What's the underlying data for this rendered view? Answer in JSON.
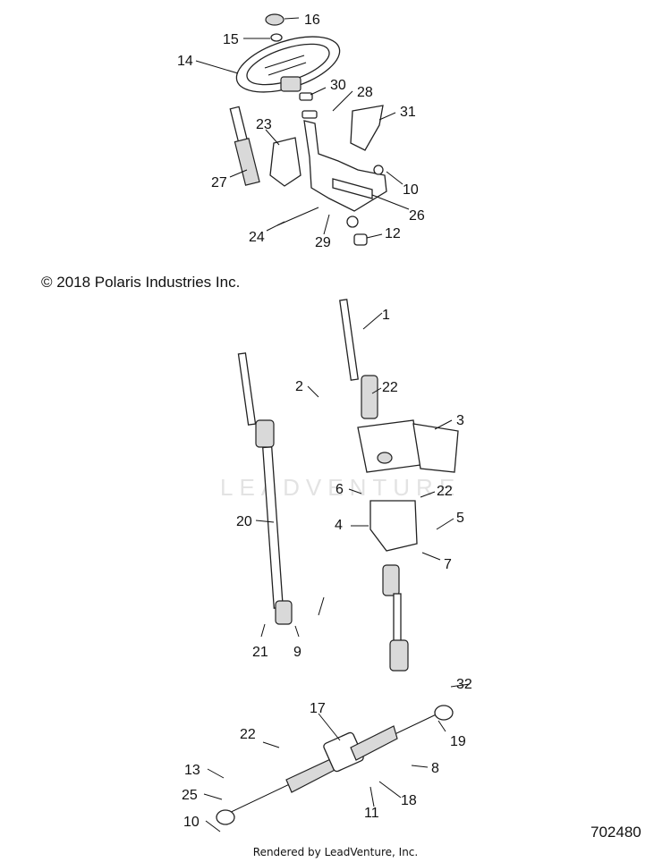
{
  "copyright": "© 2018 Polaris Industries Inc.",
  "figure_id": "702480",
  "rendered_by": "Rendered by LeadVenture, Inc.",
  "watermark": "LEADVENTURE",
  "callouts": {
    "c1": "1",
    "c2": "2",
    "c3": "3",
    "c4": "4",
    "c5": "5",
    "c6": "6",
    "c7": "7",
    "c8": "8",
    "c9": "9",
    "c10a": "10",
    "c10b": "10",
    "c11": "11",
    "c12": "12",
    "c13": "13",
    "c14": "14",
    "c15": "15",
    "c16": "16",
    "c17": "17",
    "c18": "18",
    "c19": "19",
    "c20": "20",
    "c21": "21",
    "c22a": "22",
    "c22b": "22",
    "c22c": "22",
    "c23": "23",
    "c24": "24",
    "c25": "25",
    "c26": "26",
    "c27": "27",
    "c28": "28",
    "c29": "29",
    "c30": "30",
    "c31": "31",
    "c32": "32"
  }
}
